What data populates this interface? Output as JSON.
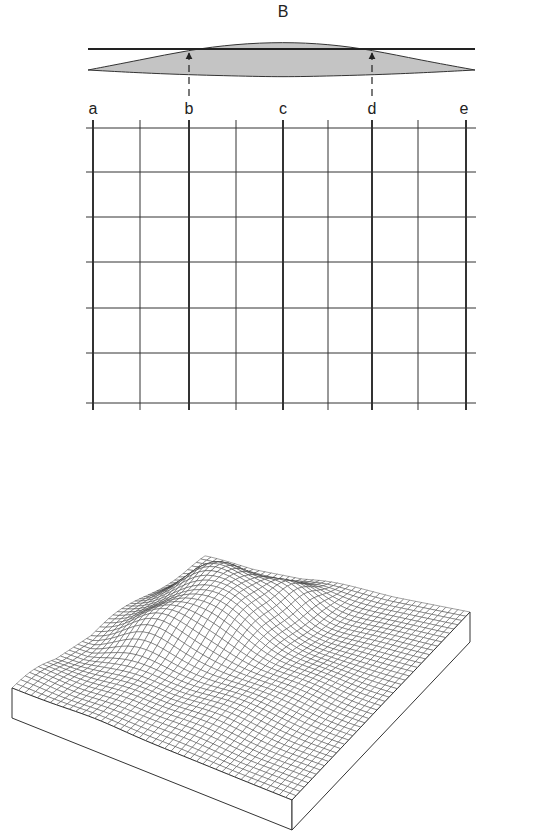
{
  "diagram": {
    "labels": [
      "B",
      "a",
      "b",
      "c",
      "d",
      "e"
    ]
  }
}
